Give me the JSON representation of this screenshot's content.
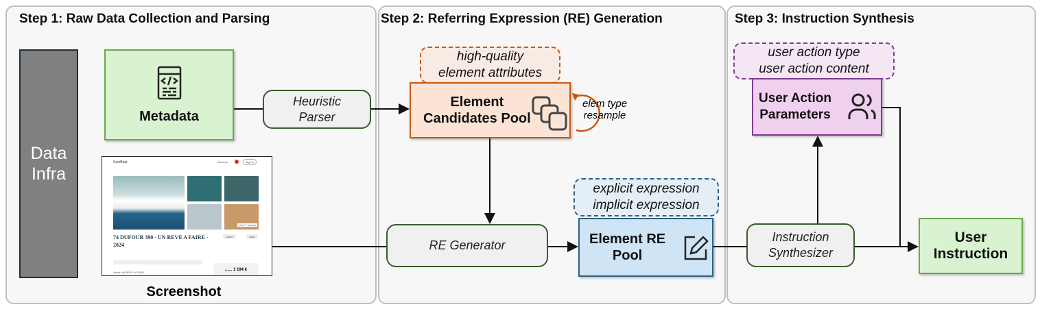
{
  "steps": [
    {
      "title": "Step 1: Raw Data Collection and Parsing"
    },
    {
      "title": "Step 2: Referring Expression (RE) Generation"
    },
    {
      "title": "Step 3: Instruction Synthesis"
    }
  ],
  "data_infra": {
    "line1": "Data",
    "line2": "Infra"
  },
  "metadata": {
    "label": "Metadata",
    "icon": "code-file-icon"
  },
  "screenshot": {
    "label": "Screenshot",
    "site": "SamBoat",
    "nav": "Discover",
    "signin": "Sign in",
    "listing_title": "74 DUFOUR 390 - UN REVE A FAIRE - 2024",
    "share": "Share",
    "save": "Save",
    "photos": "View 7 photos",
    "price": "1 194 €",
    "price_prefix": "From",
    "about": "About UN REVE A FAIRE"
  },
  "heuristic_parser": {
    "line1": "Heuristic",
    "line2": "Parser"
  },
  "candidates_pool": {
    "line1": "Element",
    "line2": "Candidates Pool",
    "icon": "stacked-squares-icon"
  },
  "attributes_note": {
    "line1": "high-quality",
    "line2": "element attributes"
  },
  "resample_note": {
    "line1": "elem type",
    "line2": "resample"
  },
  "re_generator": {
    "label": "RE Generator"
  },
  "expression_note": {
    "line1": "explicit expression",
    "line2": "implicit expression"
  },
  "re_pool": {
    "line1": "Element RE",
    "line2": "Pool",
    "icon": "edit-icon"
  },
  "instruction_synth": {
    "line1": "Instruction",
    "line2": "Synthesizer"
  },
  "action_note": {
    "line1": "user action type",
    "line2": "user action content"
  },
  "action_params": {
    "line1": "User Action",
    "line2": "Parameters",
    "icon": "users-icon"
  },
  "user_instruction": {
    "line1": "User",
    "line2": "Instruction"
  },
  "colors": {
    "green_fill": "#d9f2d0",
    "green_border": "#6aa84f",
    "orange_fill": "#fbe3d6",
    "orange_border": "#c55a11",
    "blue_fill": "#cfe4f5",
    "blue_border": "#2f5f80",
    "purple_fill": "#f0d0ef",
    "purple_border": "#7e3a8e",
    "infra": "#808080"
  }
}
